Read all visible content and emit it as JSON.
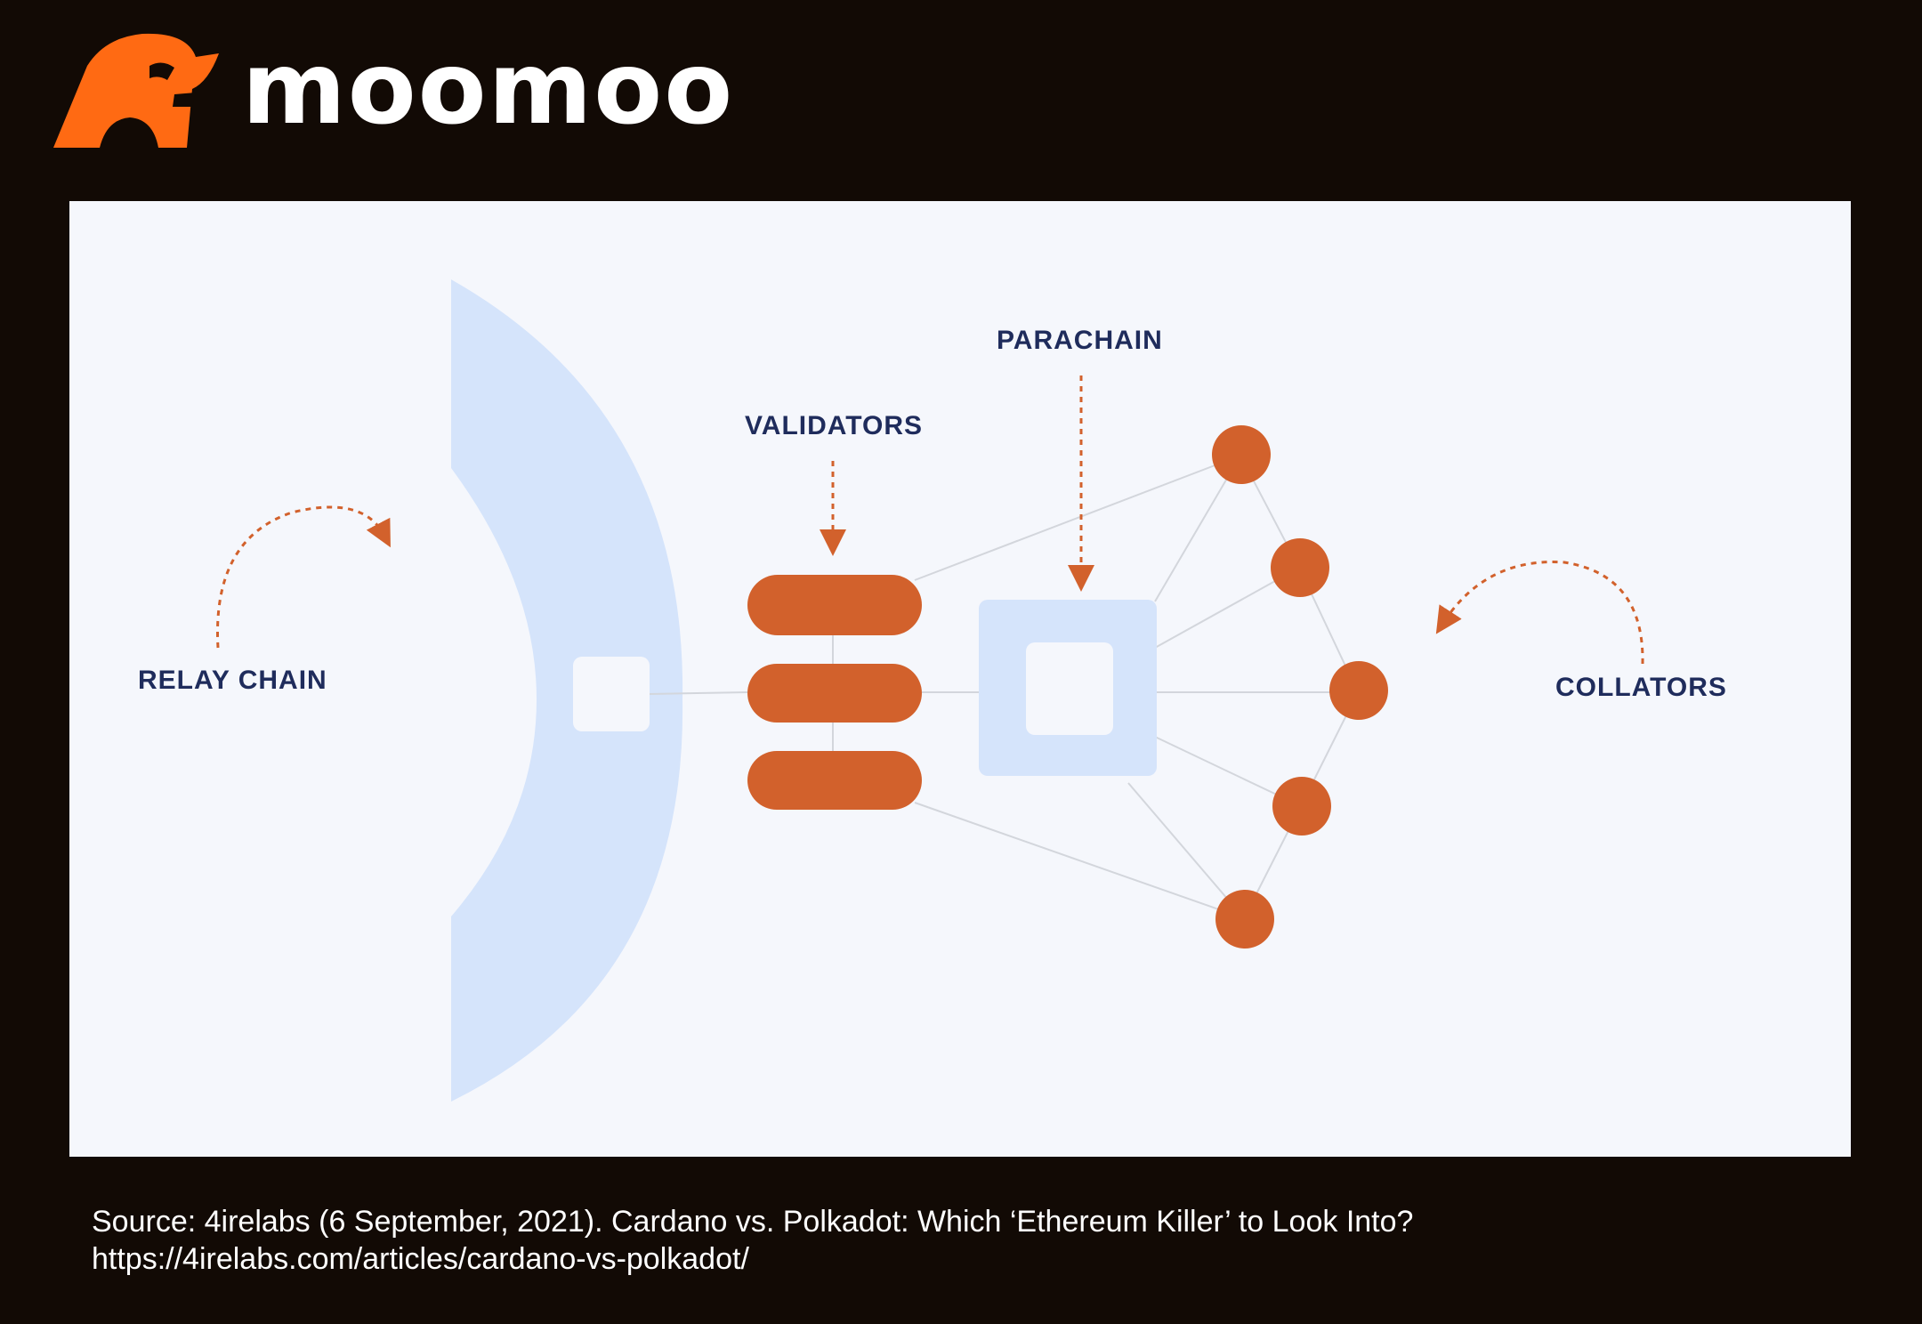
{
  "brand": {
    "name": "moomoo",
    "logo_icon": "bull-head-icon",
    "accent": "#ff6a13"
  },
  "diagram": {
    "labels": {
      "relay_chain": "RELAY CHAIN",
      "validators": "VALIDATORS",
      "parachain": "PARACHAIN",
      "collators": "COLLATORS"
    },
    "colors": {
      "node": "#d2612c",
      "relay": "#d5e4fb",
      "label": "#1f2c5c",
      "background": "#f5f7fc"
    },
    "validator_count": 3,
    "collator_count": 5
  },
  "source": {
    "line1": "Source: 4irelabs  (6 September, 2021). Cardano vs. Polkadot: Which ‘Ethereum Killer’ to Look Into?",
    "line2": "https://4irelabs.com/articles/cardano-vs-polkadot/"
  }
}
